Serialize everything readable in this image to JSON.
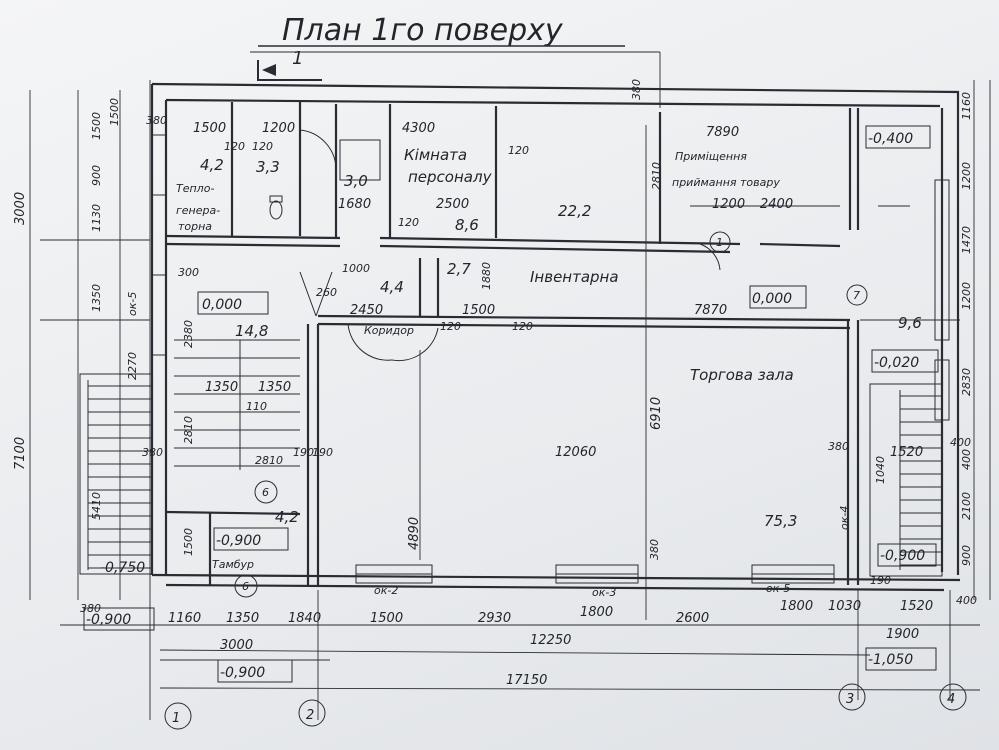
{
  "title": "План   1го поверху",
  "section_marker": "1",
  "rooms": {
    "staff": {
      "line1": "Кімната",
      "line2": "персоналу"
    },
    "goods": {
      "line1": "Приміщення",
      "line2": "приймання товару"
    },
    "boiler": {
      "line1": "Тепло-",
      "line2": "генера-",
      "line3": "торна"
    },
    "inventory": "Інвентарна",
    "corridor": "Коридор",
    "sales_hall": "Торгова зала",
    "vestibule": "Тамбур"
  },
  "areas": [
    "4,2",
    "3,3",
    "3,0",
    "8,6",
    "22,2",
    "4,4",
    "2,7",
    "14,8",
    "9,6",
    "75,3",
    "4,2"
  ],
  "levels": [
    "0,000",
    "0,000",
    "-0,400",
    "-0,020",
    "-0,900",
    "-0,900",
    "-0,750",
    "-0,900",
    "-0,900",
    "-1,050"
  ],
  "axes": [
    "1",
    "2",
    "3",
    "4"
  ],
  "markers": [
    "1",
    "7",
    "6",
    "6"
  ],
  "dims": {
    "d1500a": "1500",
    "d1200": "1200",
    "d4300": "4300",
    "d7890": "7890",
    "d380a": "380",
    "d120a": "120",
    "d120b": "120",
    "d1680": "1680",
    "d2500": "2500",
    "d120c": "120",
    "d120d": "120",
    "d1200b": "1200",
    "d2400": "2400",
    "d1000": "1000",
    "d260": "260",
    "d2450": "2450",
    "d1500b": "1500",
    "d7870": "7870",
    "d300": "300",
    "d120e": "120",
    "d120f": "120",
    "d1350a": "1350",
    "d1350b": "1350",
    "d110": "110",
    "d380b": "380",
    "d2810": "2810",
    "d190a": "190",
    "d190b": "190",
    "d12060": "12060",
    "d380c": "380",
    "d1520a": "1520",
    "d400a": "400",
    "d380d": "380",
    "d1160": "1160",
    "d1350c": "1350",
    "d1840": "1840",
    "d1500c": "1500",
    "d2930": "2930",
    "d1800a": "1800",
    "d2600": "2600",
    "d1800b": "1800",
    "d1030": "1030",
    "d1520b": "1520",
    "d400b": "400",
    "d3000": "3000",
    "d12250": "12250",
    "d1900": "1900",
    "d17150": "17150",
    "ok2": "ок-2",
    "ok3": "ок-3",
    "ok5": "ок-5",
    "d190c": "190"
  },
  "vdims": {
    "v3000": "3000",
    "v7100": "7100",
    "v1500": "1500",
    "v900": "900",
    "v1130": "1130",
    "v1350": "1350",
    "v5410": "5410",
    "v1500b": "1500",
    "ok5": "ок-5",
    "v2270": "2270",
    "v2380": "2380",
    "v2810": "2810",
    "v1500c": "1500",
    "v4890": "4890",
    "v6910": "6910",
    "v2810b": "2810",
    "v380": "380",
    "v1880": "1880",
    "ok4": "ок-4",
    "v380b": "380",
    "v1160": "1160",
    "v1200": "1200",
    "v1470": "1470",
    "v1200b": "1200",
    "v2830": "2830",
    "v400": "400",
    "v2100": "2100",
    "v900b": "900",
    "v1040": "1040"
  }
}
